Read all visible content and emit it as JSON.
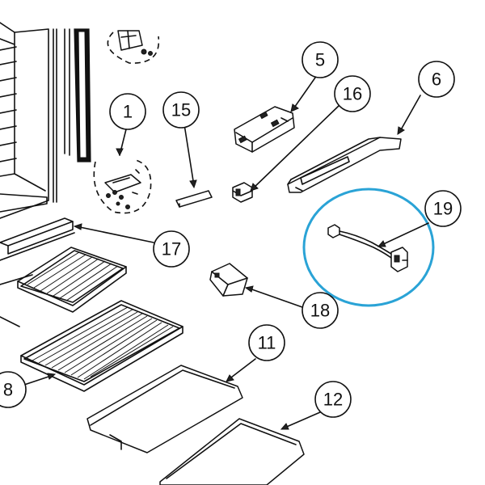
{
  "colors": {
    "line": "#111111",
    "highlight": "#2aa3d6",
    "background": "#ffffff"
  },
  "callouts": [
    {
      "id": "1",
      "label": "1"
    },
    {
      "id": "15",
      "label": "15"
    },
    {
      "id": "5",
      "label": "5"
    },
    {
      "id": "16",
      "label": "16"
    },
    {
      "id": "6",
      "label": "6"
    },
    {
      "id": "19",
      "label": "19"
    },
    {
      "id": "17",
      "label": "17"
    },
    {
      "id": "18",
      "label": "18"
    },
    {
      "id": "11",
      "label": "11"
    },
    {
      "id": "12",
      "label": "12"
    },
    {
      "id": "8",
      "label": "8"
    }
  ],
  "highlighted_part": "19"
}
